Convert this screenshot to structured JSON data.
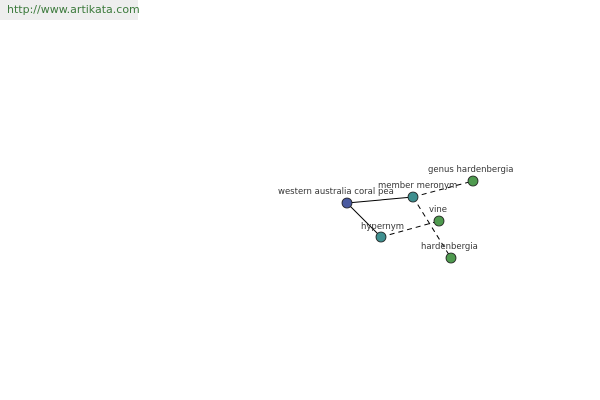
{
  "banner": {
    "url": "http://www.artikata.com"
  },
  "colors": {
    "root": "#4a5aa0",
    "relation": "#3f8f8f",
    "leaf": "#4f9a4f",
    "banner_text": "#3c7a3c"
  },
  "nodes": [
    {
      "id": "root",
      "label": "western australia coral pea",
      "kind": "root"
    },
    {
      "id": "member_meronym",
      "label": "member meronym",
      "kind": "relation"
    },
    {
      "id": "hypernym",
      "label": "hypernym",
      "kind": "relation"
    },
    {
      "id": "genus_hardenbergia",
      "label": "genus hardenbergia",
      "kind": "leaf"
    },
    {
      "id": "vine",
      "label": "vine",
      "kind": "leaf"
    },
    {
      "id": "hardenbergia",
      "label": "hardenbergia",
      "kind": "leaf"
    }
  ],
  "edges": [
    {
      "from": "root",
      "to": "member_meronym",
      "style": "solid"
    },
    {
      "from": "root",
      "to": "hypernym",
      "style": "solid"
    },
    {
      "from": "member_meronym",
      "to": "genus_hardenbergia",
      "style": "dashed"
    },
    {
      "from": "member_meronym",
      "to": "hardenbergia",
      "style": "dashed"
    },
    {
      "from": "hypernym",
      "to": "vine",
      "style": "dashed"
    }
  ]
}
